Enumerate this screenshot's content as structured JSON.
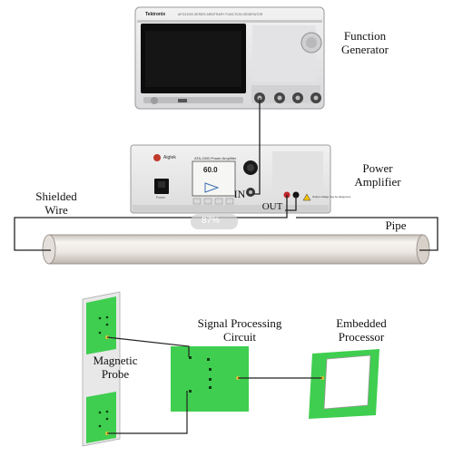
{
  "labels": {
    "function_generator": [
      "Function",
      "Generator"
    ],
    "power_amplifier": [
      "Power",
      "Amplifier"
    ],
    "shielded_wire": [
      "Shielded",
      "Wire"
    ],
    "pipe": "Pipe",
    "in_port": "IN",
    "out_port": "OUT",
    "magnetic_probe": [
      "Magnetic",
      "Probe"
    ],
    "signal_processing": [
      "Signal Processing",
      "Circuit"
    ],
    "embedded_processor": [
      "Embedded",
      "Processor"
    ]
  },
  "function_generator_device": {
    "brand": "Tektronix",
    "model_text": "AFG31000 SERIES ARBITRARY FUNCTION GENERATOR"
  },
  "power_amplifier_device": {
    "brand": "Aigtek",
    "model_text": "ATA-2000 Power Amplifier",
    "display_value": "60.0",
    "power_label": "Power",
    "warning_text": "Output voltage may be dangerous"
  },
  "overlay_badge": "87%",
  "colors": {
    "pcb_green": "#3fce4f",
    "wire": "#222222",
    "pipe_light": "#f4f1ee",
    "pipe_dark": "#d3ccc6",
    "instrument_body": "#e9e9ea"
  }
}
